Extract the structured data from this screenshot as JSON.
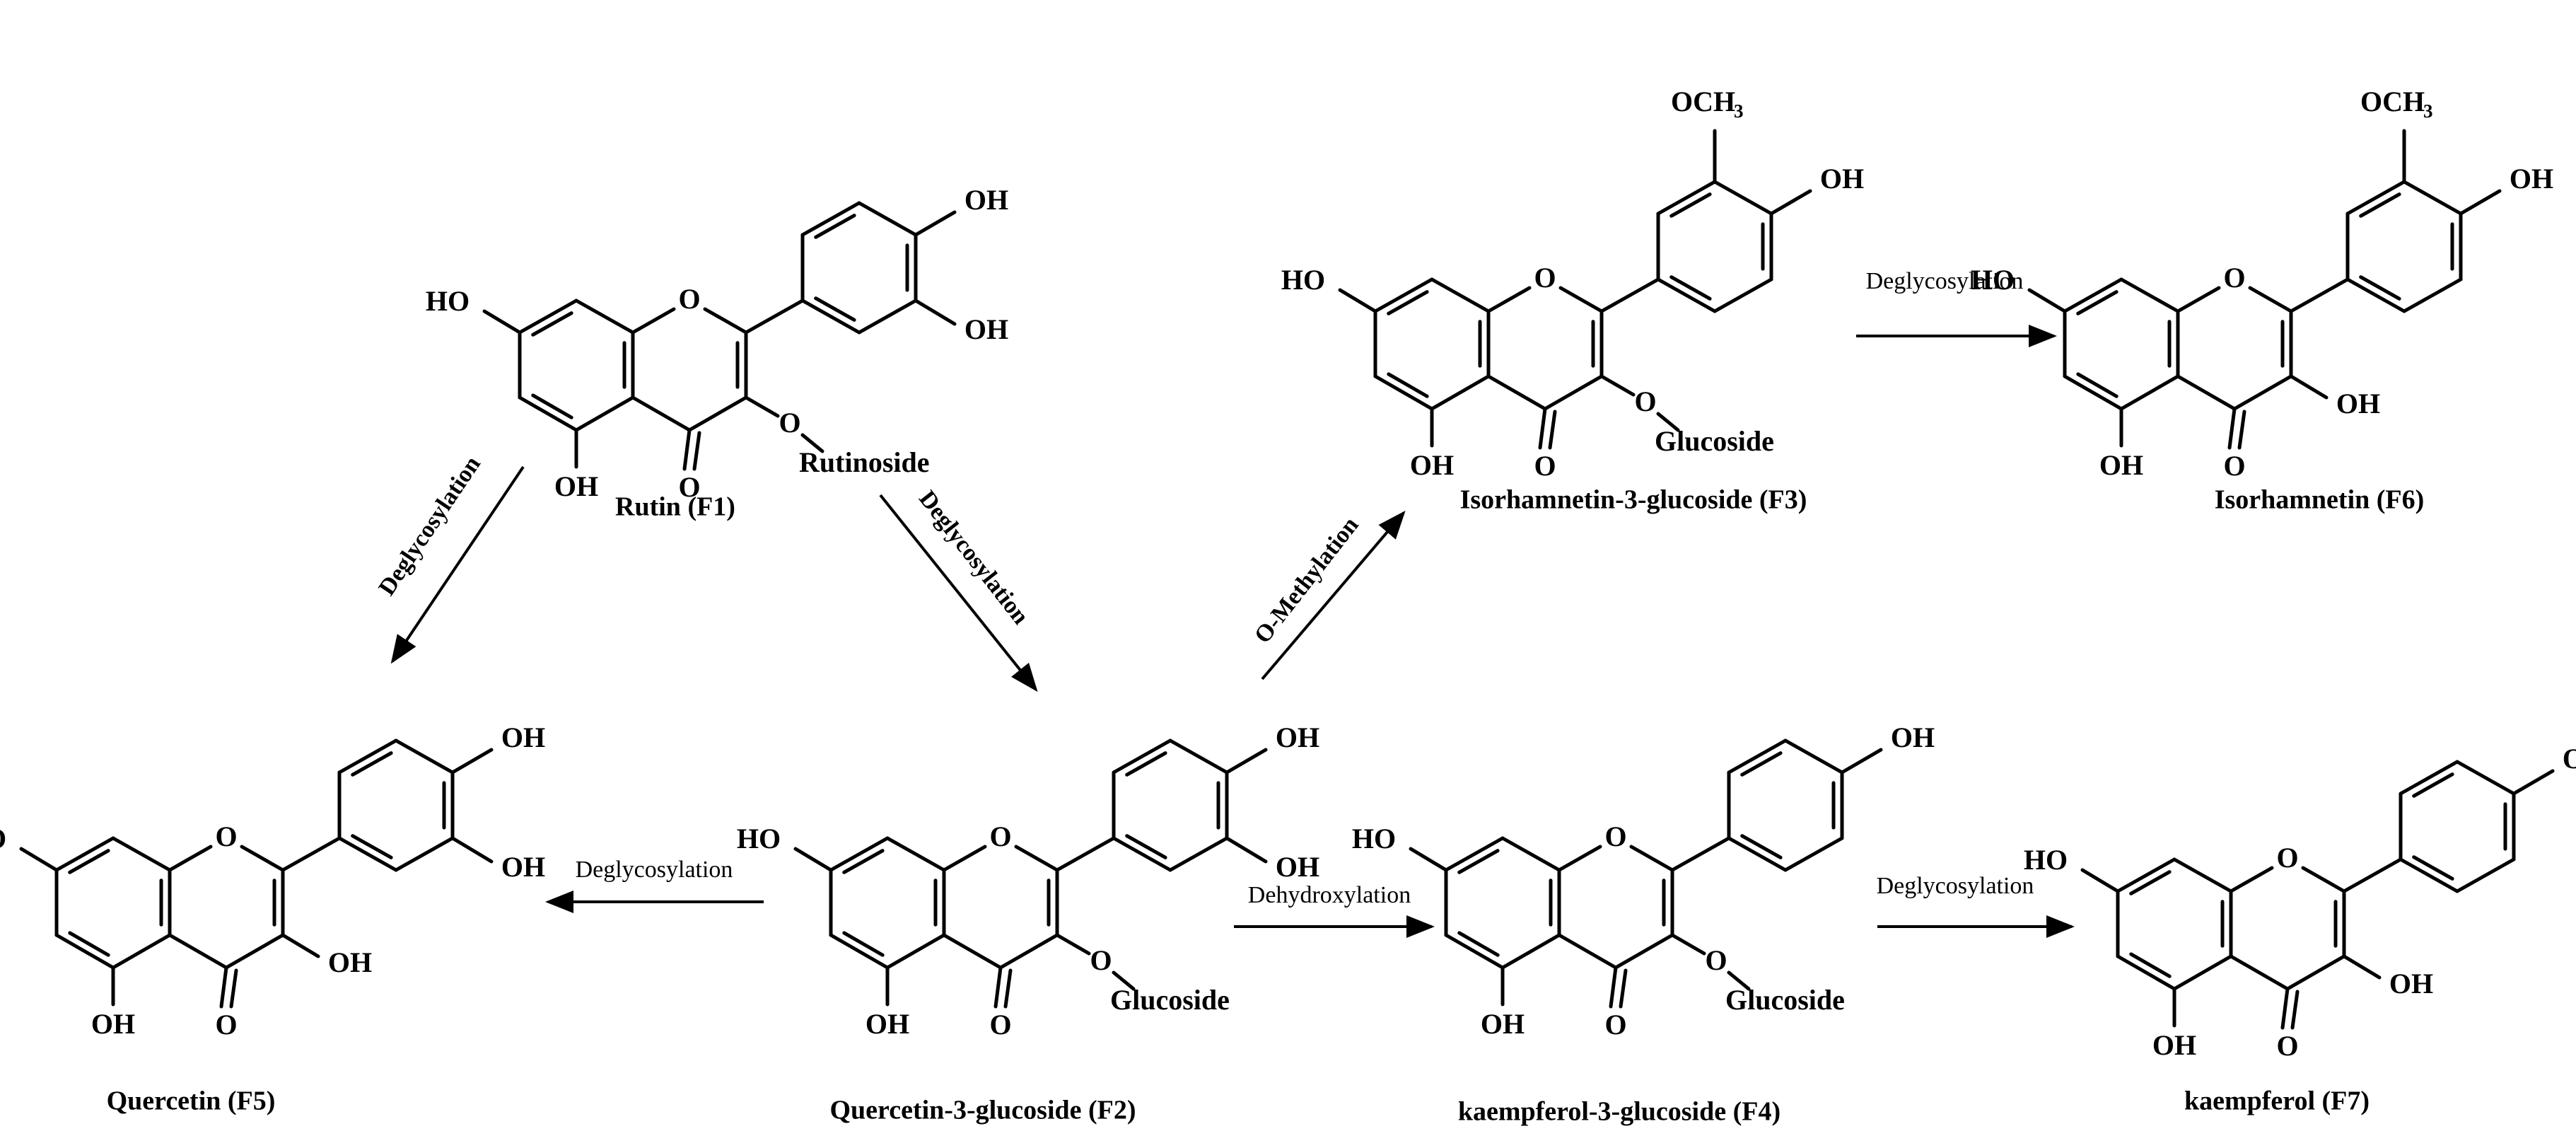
{
  "compounds": {
    "F1": {
      "name": "Rutin (F1)",
      "substituent": "Rutinoside"
    },
    "F2": {
      "name": "Quercetin-3-glucoside (F2)",
      "substituent": "Glucoside"
    },
    "F3": {
      "name": "Isorhamnetin-3-glucoside (F3)",
      "substituent": "Glucoside"
    },
    "F4": {
      "name": "kaempferol-3-glucoside (F4)",
      "substituent": "Glucoside"
    },
    "F5": {
      "name": "Quercetin (F5)"
    },
    "F6": {
      "name": "Isorhamnetin (F6)"
    },
    "F7": {
      "name": "kaempferol (F7)"
    }
  },
  "atoms": {
    "oh": "OH",
    "ho": "HO",
    "o": "O",
    "och3_main": "OCH",
    "och3_sub": "3"
  },
  "reactions": {
    "f1_f5": "Deglycosylation",
    "f1_f2": "Deglycosylation",
    "f2_f5": "Deglycosylation",
    "f2_f3": "O-Methylation",
    "f2_f4": "Dehydroxylation",
    "f3_f6": "Deglycosylation",
    "f4_f7": "Deglycosylation"
  }
}
